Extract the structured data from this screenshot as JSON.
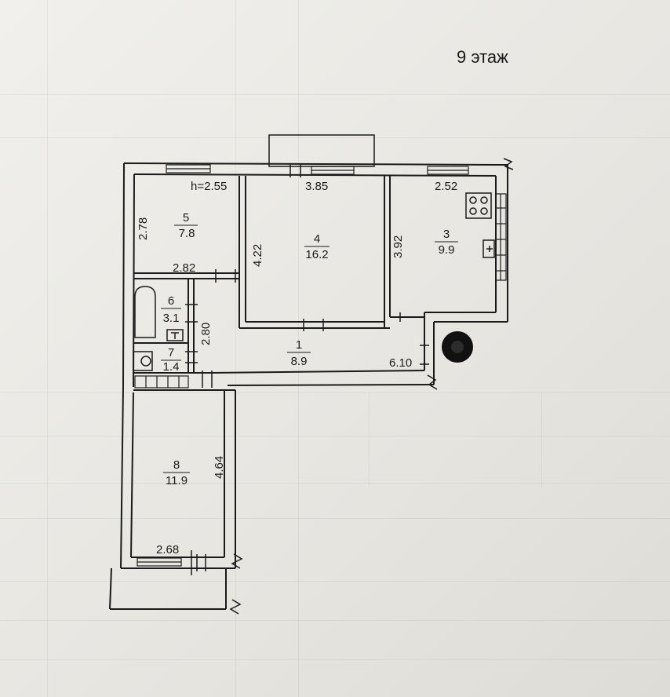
{
  "floor_title": "9 этаж",
  "ceiling_height": "h=2.55",
  "rooms": [
    {
      "id": "room-1",
      "number": "1",
      "area": "8.9"
    },
    {
      "id": "room-3",
      "number": "3",
      "area": "9.9"
    },
    {
      "id": "room-4",
      "number": "4",
      "area": "16.2"
    },
    {
      "id": "room-5",
      "number": "5",
      "area": "7.8"
    },
    {
      "id": "room-6",
      "number": "6",
      "area": "3.1"
    },
    {
      "id": "room-7",
      "number": "7",
      "area": "1.4"
    },
    {
      "id": "room-8",
      "number": "8",
      "area": "11.9"
    }
  ],
  "dimensions": {
    "room4_width": "3.85",
    "room3_width": "2.52",
    "room5_height": "2.78",
    "room5_width": "2.82",
    "room4_height": "4.22",
    "room3_height": "3.92",
    "bath_height": "2.80",
    "corridor_length": "6.10",
    "room8_height": "4.64",
    "room8_width": "2.68"
  },
  "colors": {
    "ink": "#1b1b1b",
    "paper": "#f1f0ec"
  },
  "icons": {
    "stove": "stove-icon",
    "bathtub": "bathtub-icon",
    "toilet": "toilet-icon",
    "sink": "sink-icon",
    "shaft": "ventilation-shaft-icon"
  }
}
